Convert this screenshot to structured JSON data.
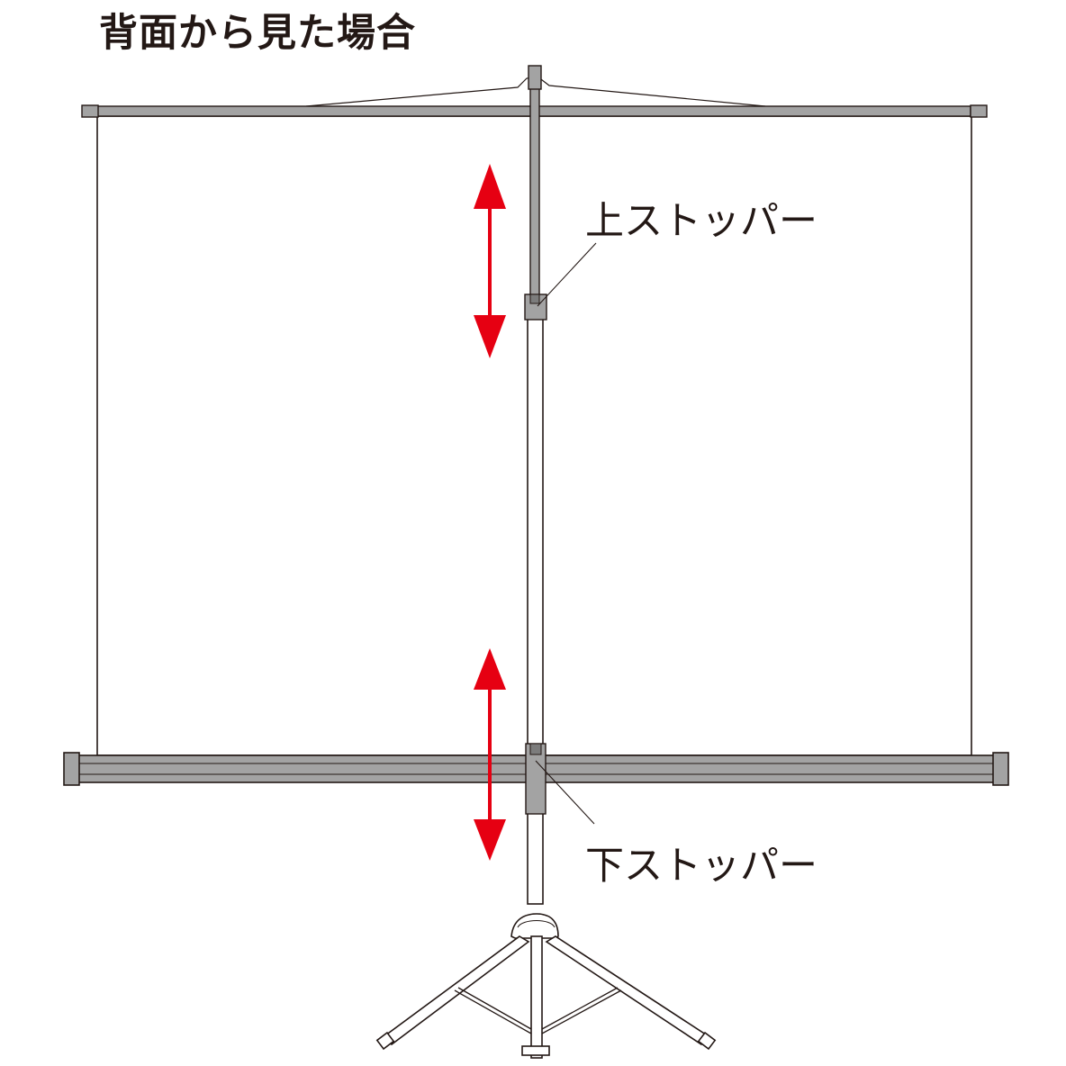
{
  "title": "背面から見た場合",
  "labels": {
    "upper_stopper": "上ストッパー",
    "lower_stopper": "下ストッパー"
  },
  "colors": {
    "arrow": "#e60012",
    "metal": "#a3a3a3",
    "metal_dark": "#7c7c7c",
    "line": "#231815"
  }
}
